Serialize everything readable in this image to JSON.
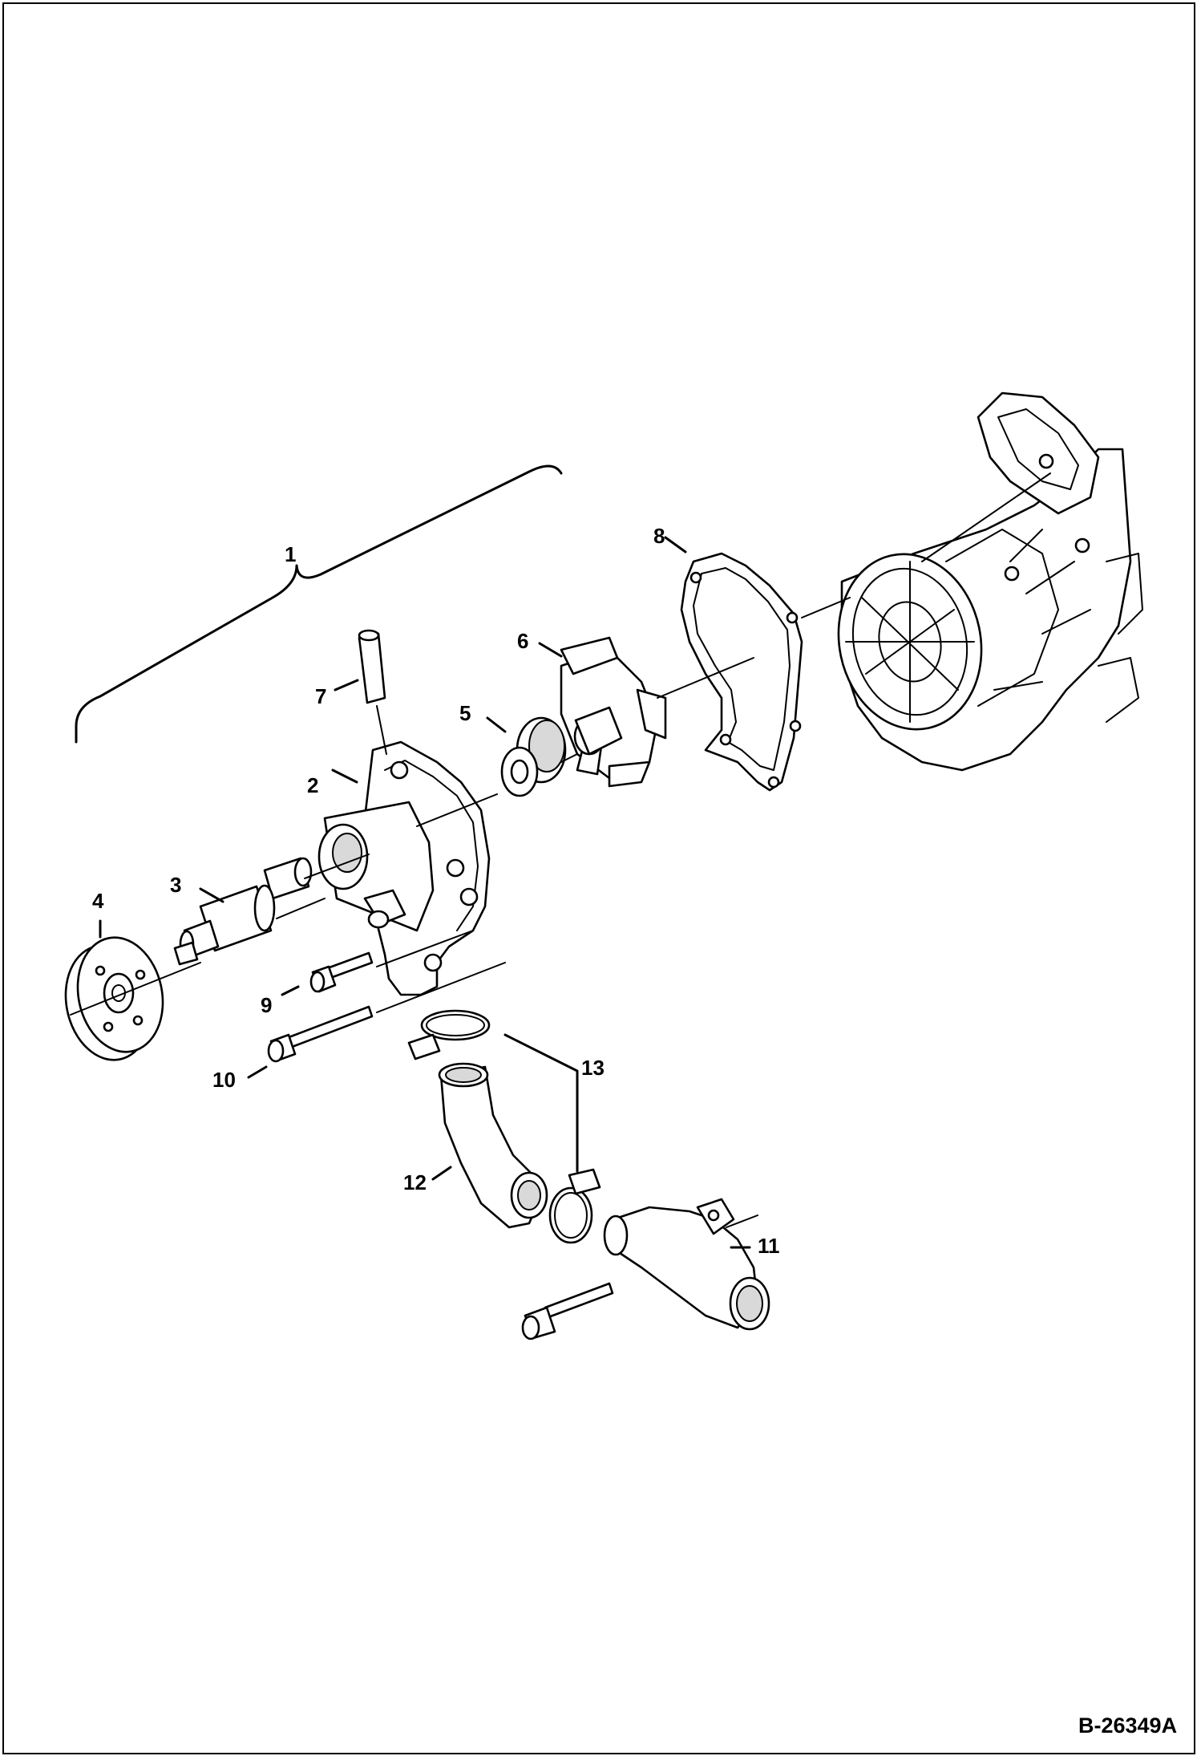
{
  "diagram": {
    "reference_code": "B-26349A",
    "callouts": [
      {
        "id": "1",
        "label": "1"
      },
      {
        "id": "2",
        "label": "2"
      },
      {
        "id": "3",
        "label": "3"
      },
      {
        "id": "4",
        "label": "4"
      },
      {
        "id": "5",
        "label": "5"
      },
      {
        "id": "6",
        "label": "6"
      },
      {
        "id": "7",
        "label": "7"
      },
      {
        "id": "8",
        "label": "8"
      },
      {
        "id": "9",
        "label": "9"
      },
      {
        "id": "10",
        "label": "10"
      },
      {
        "id": "11",
        "label": "11"
      },
      {
        "id": "12",
        "label": "12"
      },
      {
        "id": "13",
        "label": "13"
      }
    ]
  }
}
